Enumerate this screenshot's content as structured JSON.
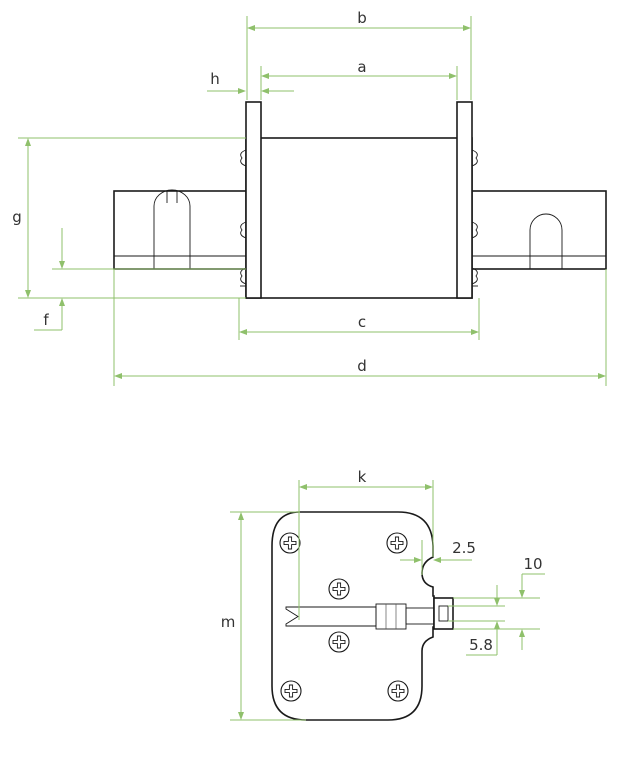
{
  "colors": {
    "dimension": "#8fc06b",
    "outline": "#1a1a1a",
    "text": "#333333",
    "background": "#ffffff"
  },
  "side_view": {
    "labels": {
      "a": "a",
      "b": "b",
      "c": "c",
      "d": "d",
      "f": "f",
      "g": "g",
      "h": "h"
    }
  },
  "top_view": {
    "labels": {
      "k": "k",
      "m": "m",
      "d25": "2.5",
      "d10": "10",
      "d58": "5.8"
    },
    "screw_icons": [
      "screw-icon",
      "screw-icon",
      "screw-icon",
      "screw-icon",
      "screw-icon",
      "screw-icon"
    ]
  }
}
